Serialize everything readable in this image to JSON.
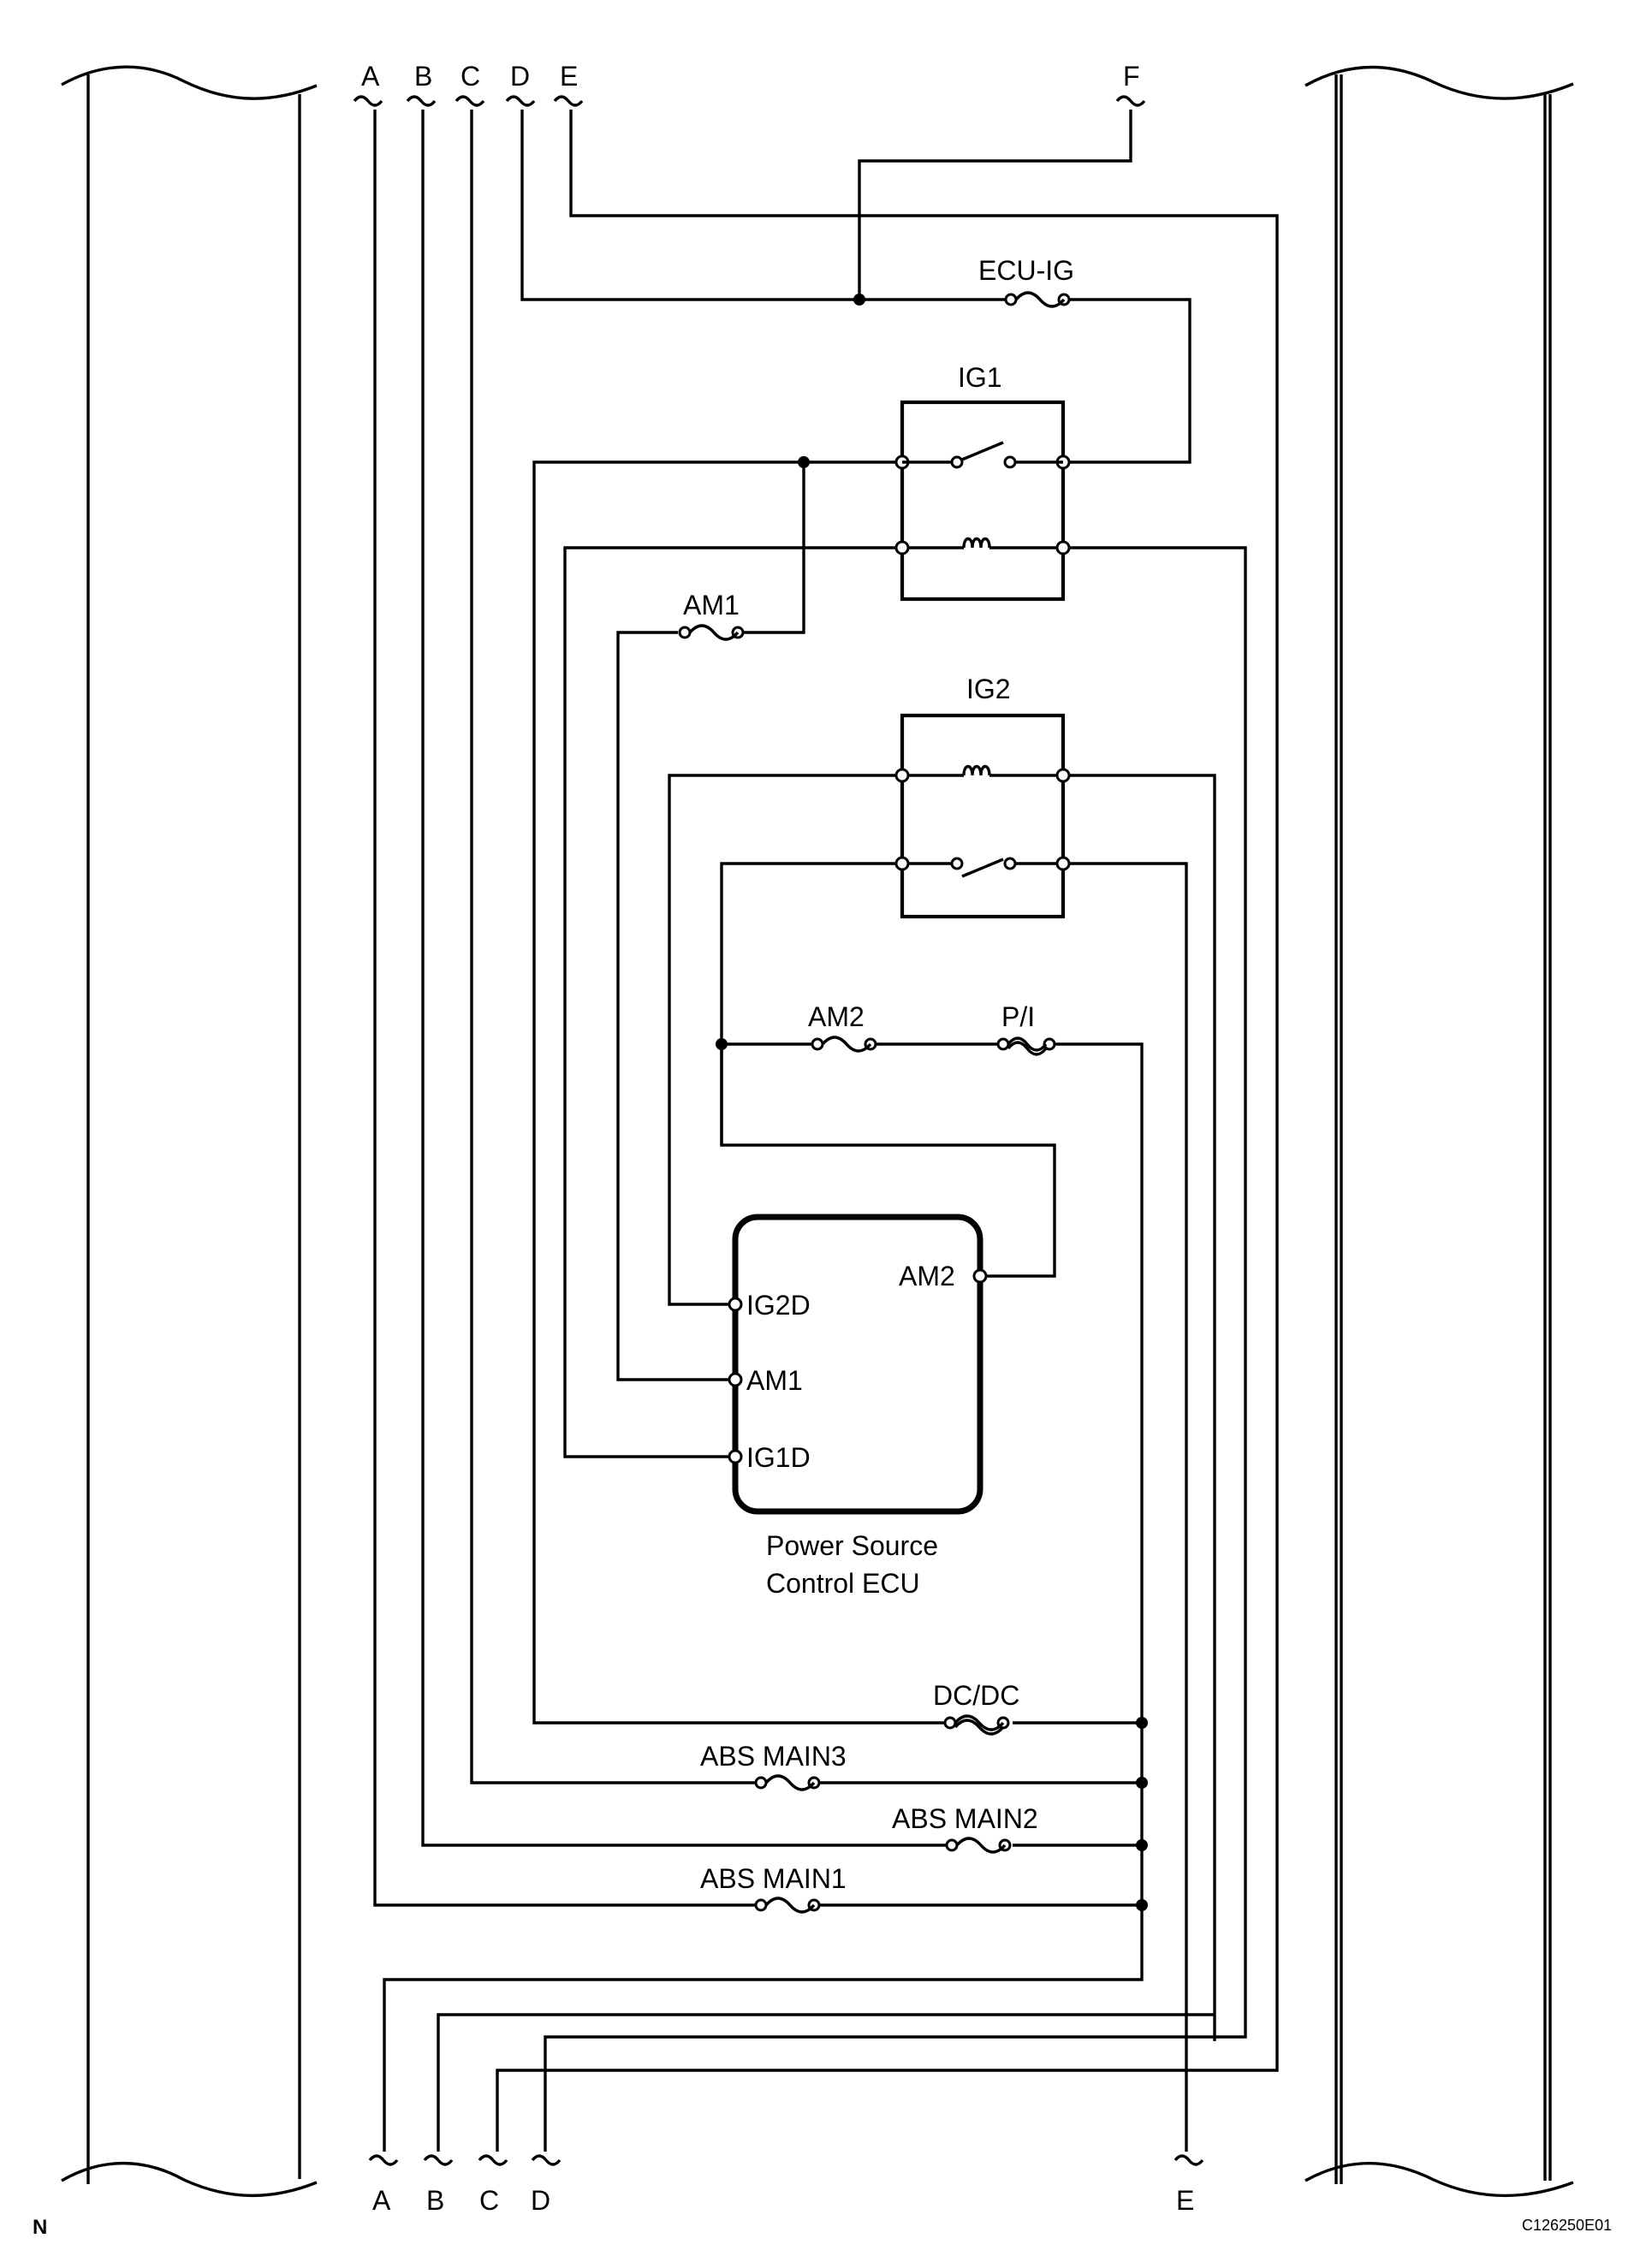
{
  "top_connectors": [
    "A",
    "B",
    "C",
    "D",
    "E",
    "F"
  ],
  "bottom_connectors": [
    "A",
    "B",
    "C",
    "D",
    "E"
  ],
  "fuses": {
    "ecu_ig": "ECU-IG",
    "am1": "AM1",
    "am2": "AM2",
    "p_i": "P/I",
    "dc_dc": "DC/DC",
    "abs_main3": "ABS MAIN3",
    "abs_main2": "ABS MAIN2",
    "abs_main1": "ABS MAIN1"
  },
  "relays": {
    "ig1": "IG1",
    "ig2": "IG2"
  },
  "ecu": {
    "name_line1": "Power Source",
    "name_line2": "Control ECU",
    "pins": {
      "am2": "AM2",
      "ig2d": "IG2D",
      "am1": "AM1",
      "ig1d": "IG1D"
    }
  },
  "corner_left": "N",
  "figure_code": "C126250E01"
}
